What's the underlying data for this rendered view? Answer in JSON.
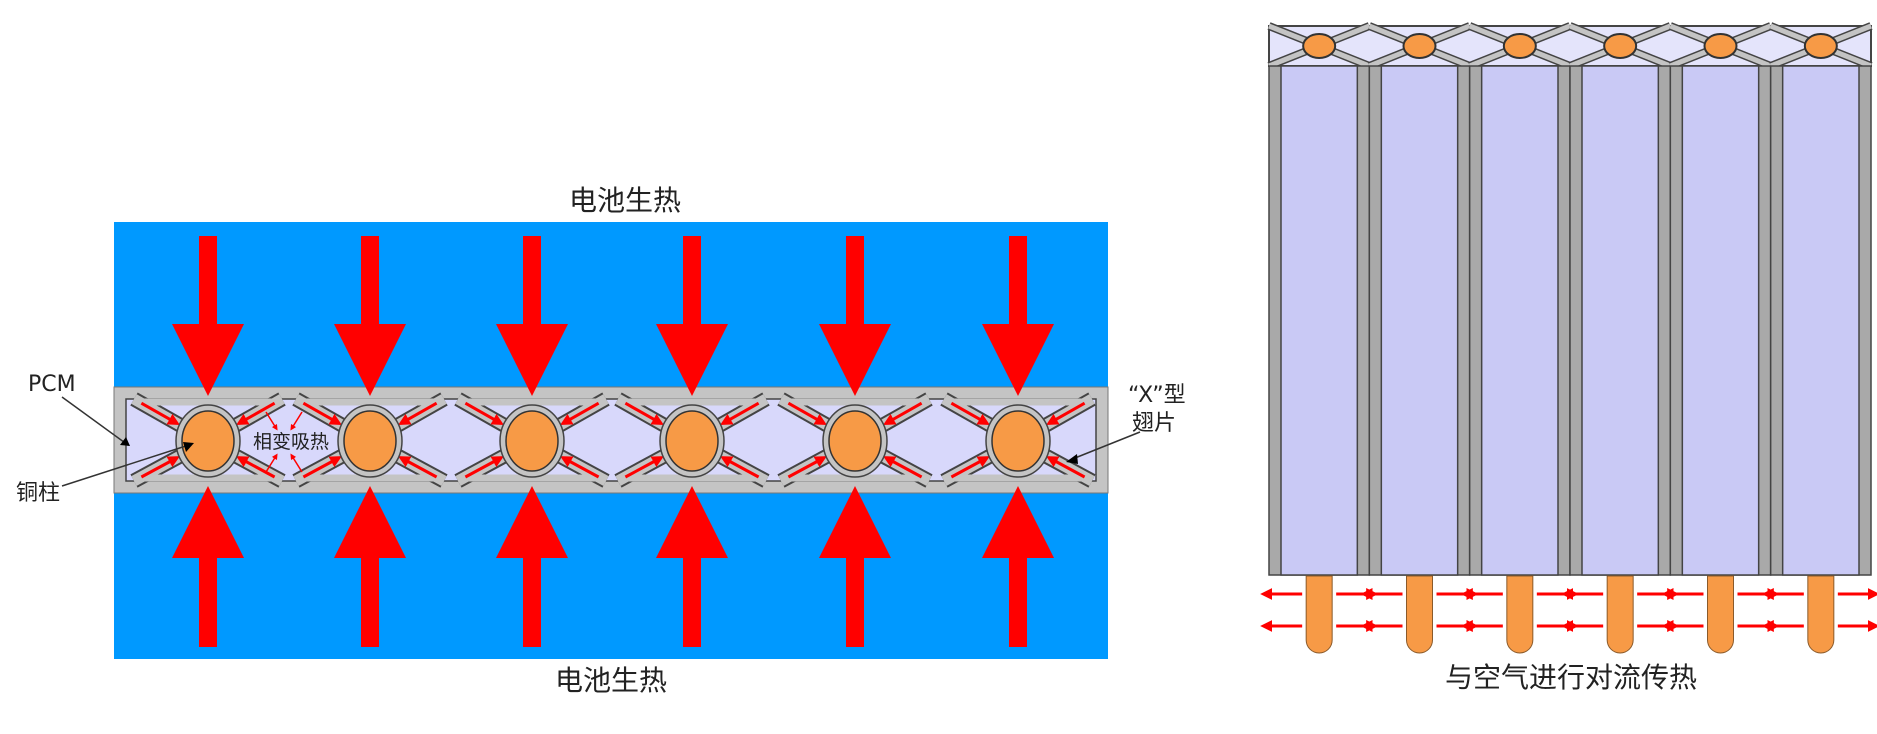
{
  "left_diagram": {
    "top_label": "电池生热",
    "bottom_label": "电池生热",
    "pcm_label": "PCM",
    "copper_label": "铜柱",
    "fin_label_line1": "“X”型",
    "fin_label_line2": "翅片",
    "phase_change_label": "相变吸热",
    "cell_count": 6
  },
  "right_diagram": {
    "caption": "与空气进行对流传热",
    "column_count": 6
  },
  "colors": {
    "battery": "#0099ff",
    "heat_arrow": "#ff0000",
    "copper": "#f79a46",
    "pcm": "#d8d8fb",
    "fin": "#c4c4c4",
    "cell_face": "#c9c9f5"
  }
}
